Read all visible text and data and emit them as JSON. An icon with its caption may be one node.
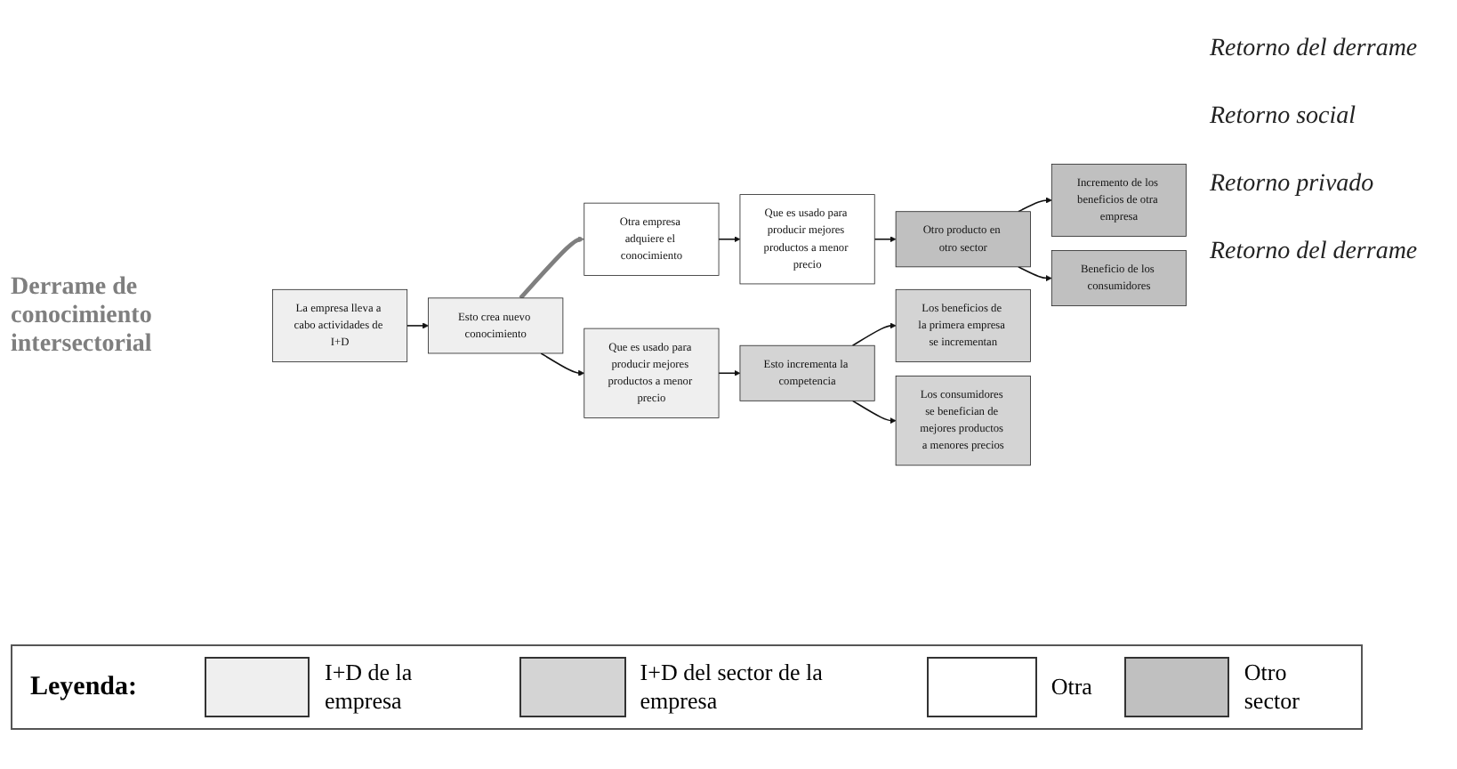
{
  "diagram": {
    "nodes": [
      {
        "text": [
          "Otra empresa adquiere el conocimiento"
        ]
      },
      {
        "text": [
          "Que es usado para producir mejores productos a menor precio"
        ]
      },
      {
        "text": [
          "Otro producto en otro sector"
        ]
      },
      {
        "text": [
          "Incremento de los beneficios de otra empresa"
        ]
      },
      {
        "text": [
          "Beneficio de los consumidores"
        ]
      },
      {
        "text": [
          "La empresa lleva a cabo actividades de I+D"
        ]
      },
      {
        "text": [
          "Esto crea nuevo conocimiento"
        ]
      },
      {
        "text": [
          "Que es usado para producir mejores productos a menor precio"
        ]
      },
      {
        "text": [
          "Esto incrementa la competencia"
        ]
      },
      {
        "text": [
          "Los beneficios de la primera empresa se incrementan"
        ]
      },
      {
        "text": [
          "Los consumidores se benefician de mejores productos a menores precios"
        ]
      }
    ],
    "edges": [
      {
        "from": 0,
        "to": 1,
        "arrow": "to"
      },
      {
        "from": 1,
        "to": 2,
        "arrow": "to"
      },
      {
        "from": 2,
        "to": 3,
        "arrow": "to"
      },
      {
        "from": 2,
        "to": 4,
        "arrow": "to"
      },
      {
        "from": 5,
        "to": 6,
        "arrow": "to"
      },
      {
        "from": 6,
        "to": 7,
        "arrow": "to"
      },
      {
        "from": 7,
        "to": 8,
        "arrow": "to"
      },
      {
        "from": 8,
        "to": 9,
        "arrow": "to"
      },
      {
        "from": 8,
        "to": 10,
        "arrow": "to"
      },
      {
        "from": 6,
        "to": 0,
        "arrow": "to",
        "style": "thick",
        "color": "#7f7f7f"
      }
    ],
    "labels": [
      "Derrame de conocimiento intersectorial",
      "Retorno del derrame",
      "Retorno social",
      "Retorno privado",
      "Retorno del derrame",
      "Leyenda:"
    ],
    "legend": [
      {
        "text": "I+D de la empresa",
        "color": "#efefef"
      },
      {
        "text": "I+D del sector de la empresa",
        "color": "#d4d4d4"
      },
      {
        "text": "Otra",
        "color": "#ffffff"
      },
      {
        "text": "Otro sector",
        "color": "#c0c0c0"
      }
    ]
  }
}
